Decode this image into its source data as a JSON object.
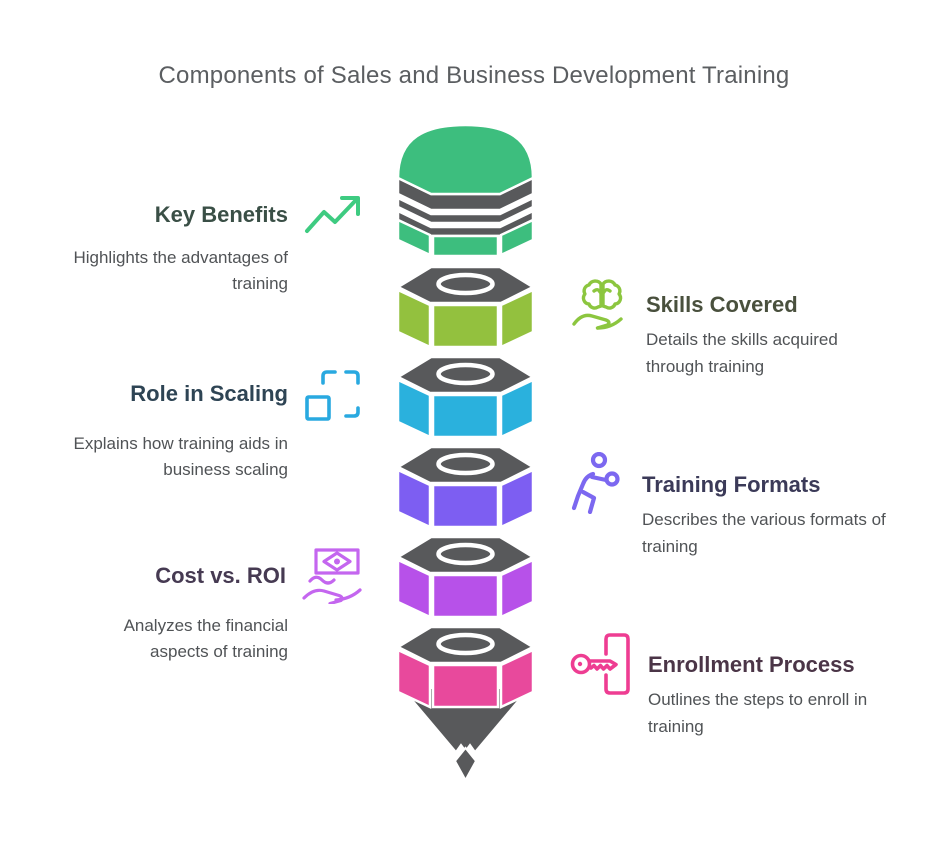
{
  "title": {
    "text": "Components of Sales and Business Development Training",
    "color": "#5b5e61"
  },
  "funnel": {
    "dark_color": "#58595b",
    "top_disc": {
      "name": "Key Benefits",
      "color": "#3dbe7e"
    },
    "discs": [
      {
        "name": "Skills Covered",
        "color": "#93c13e"
      },
      {
        "name": "Role in Scaling",
        "color": "#2ab1dd"
      },
      {
        "name": "Training Formats",
        "color": "#7d5ef2"
      },
      {
        "name": "Cost vs. ROI",
        "color": "#b751e9"
      },
      {
        "name": "Enrollment Process",
        "color": "#e8499c"
      }
    ]
  },
  "left_items": [
    {
      "heading": "Key Benefits",
      "heading_color": "#3a4f46",
      "description": "Highlights the advantages of training",
      "icon": "trend-up-icon",
      "icon_color": "#3ecb81"
    },
    {
      "heading": "Role in Scaling",
      "heading_color": "#2e4454",
      "description": "Explains how training aids in business scaling",
      "icon": "scale-squares-icon",
      "icon_color": "#29a9e0"
    },
    {
      "heading": "Cost vs. ROI",
      "heading_color": "#463a52",
      "description": "Analyzes the financial aspects of training",
      "icon": "money-hand-icon",
      "icon_color": "#c466ef"
    }
  ],
  "right_items": [
    {
      "heading": "Skills Covered",
      "heading_color": "#49503d",
      "description": "Details the skills acquired through training",
      "icon": "brain-hand-icon",
      "icon_color": "#8cc63f"
    },
    {
      "heading": "Training Formats",
      "heading_color": "#3b3a58",
      "description": "Describes the various formats of training",
      "icon": "person-training-icon",
      "icon_color": "#7c68f0"
    },
    {
      "heading": "Enrollment Process",
      "heading_color": "#4b3547",
      "description": "Outlines the steps to enroll in training",
      "icon": "key-door-icon",
      "icon_color": "#ee3d92"
    }
  ]
}
